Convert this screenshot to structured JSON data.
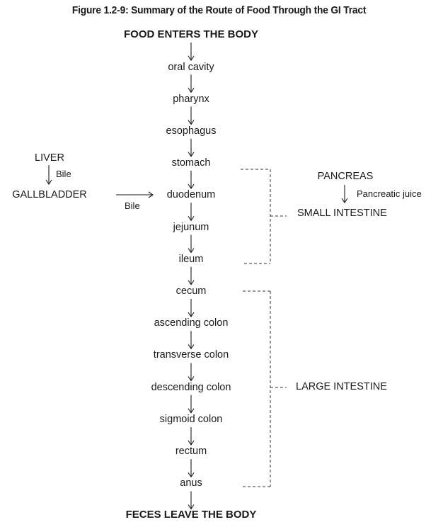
{
  "title": "Figure 1.2-9: Summary of the Route of Food Through the GI Tract",
  "start": "FOOD ENTERS THE BODY",
  "end": "FECES LEAVE THE BODY",
  "route": [
    "oral cavity",
    "pharynx",
    "esophagus",
    "stomach",
    "duodenum",
    "jejunum",
    "ileum",
    "cecum",
    "ascending colon",
    "transverse colon",
    "descending colon",
    "sigmoid colon",
    "rectum",
    "anus"
  ],
  "liver": {
    "label": "LIVER",
    "bile_label": "Bile"
  },
  "gallbladder": {
    "label": "GALLBLADDER",
    "bile_label": "Bile"
  },
  "pancreas": {
    "label": "PANCREAS",
    "juice_label": "Pancreatic juice"
  },
  "groups": {
    "small_intestine": "SMALL INTESTINE",
    "large_intestine": "LARGE INTESTINE"
  }
}
